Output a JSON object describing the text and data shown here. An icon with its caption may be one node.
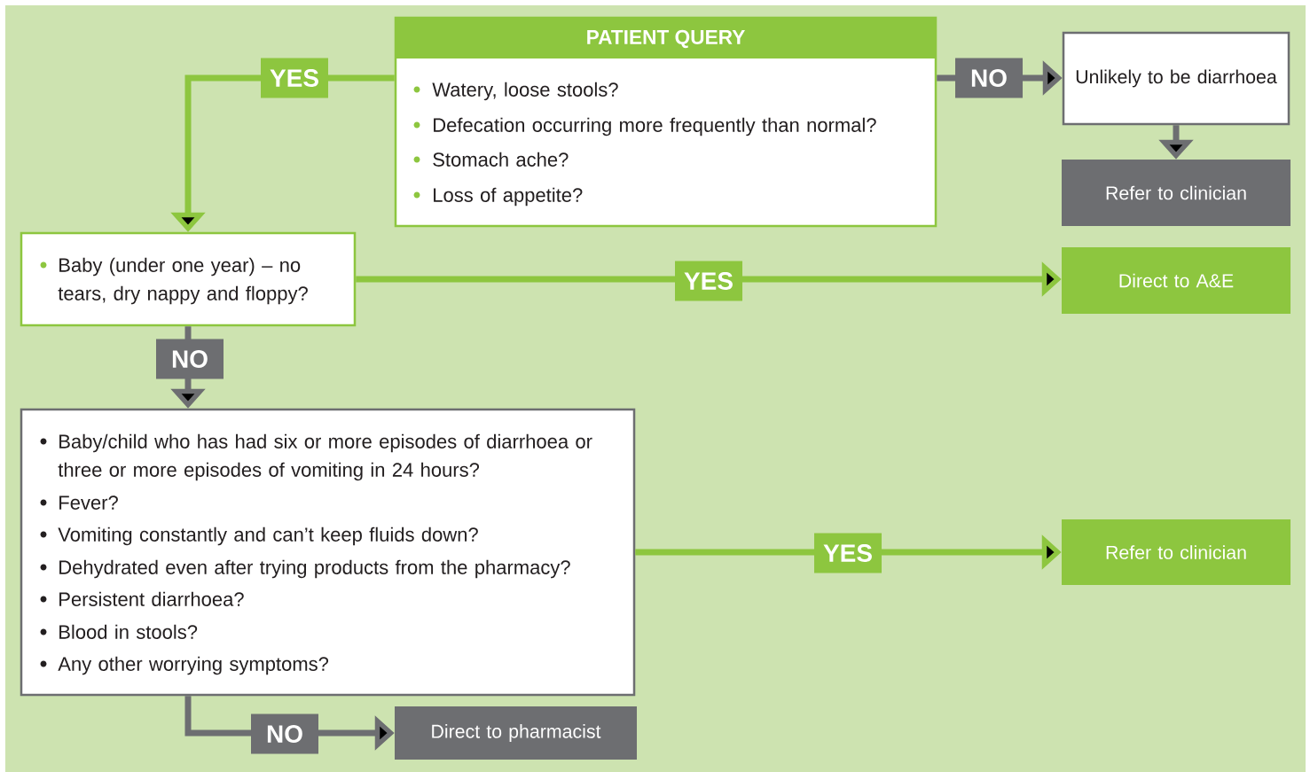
{
  "diagram": {
    "nodes": [
      {
        "text": [
          "PATIENT QUERY",
          "Watery, loose stools?",
          "Defecation occurring more frequently than normal?",
          "Stomach ache?",
          "Loss of appetite?"
        ]
      },
      {
        "text": [
          "Unlikely to be diarrhoea"
        ]
      },
      {
        "text": [
          "Refer to clinician"
        ]
      },
      {
        "text": [
          "Baby (under one year) – no tears, dry nappy and floppy?"
        ]
      },
      {
        "text": [
          "Direct to A&E"
        ]
      },
      {
        "text": [
          "Baby/child who has had six or more episodes of diarrhoea or three or more episodes of vomiting in 24 hours?",
          "Fever?",
          "Vomiting constantly and can’t keep fluids down?",
          "Dehydrated even after trying products from the pharmacy?",
          "Persistent diarrhoea?",
          "Blood in stools?",
          "Any other worrying symptoms?"
        ]
      },
      {
        "text": [
          "Refer to clinician"
        ]
      },
      {
        "text": [
          "Direct to pharmacist"
        ]
      }
    ],
    "edges": [
      {
        "from": 0,
        "to": 3,
        "arrow": "to",
        "label": "YES",
        "color": "#8dc63f"
      },
      {
        "from": 0,
        "to": 1,
        "arrow": "to",
        "label": "NO",
        "color": "#6d6e71"
      },
      {
        "from": 1,
        "to": 2,
        "arrow": "to",
        "color": "#6d6e71"
      },
      {
        "from": 3,
        "to": 4,
        "arrow": "to",
        "label": "YES",
        "color": "#8dc63f"
      },
      {
        "from": 3,
        "to": 5,
        "arrow": "to",
        "label": "NO",
        "color": "#6d6e71"
      },
      {
        "from": 5,
        "to": 6,
        "arrow": "to",
        "label": "YES",
        "color": "#8dc63f"
      },
      {
        "from": 5,
        "to": 7,
        "arrow": "to",
        "label": "NO",
        "color": "#6d6e71"
      }
    ]
  }
}
